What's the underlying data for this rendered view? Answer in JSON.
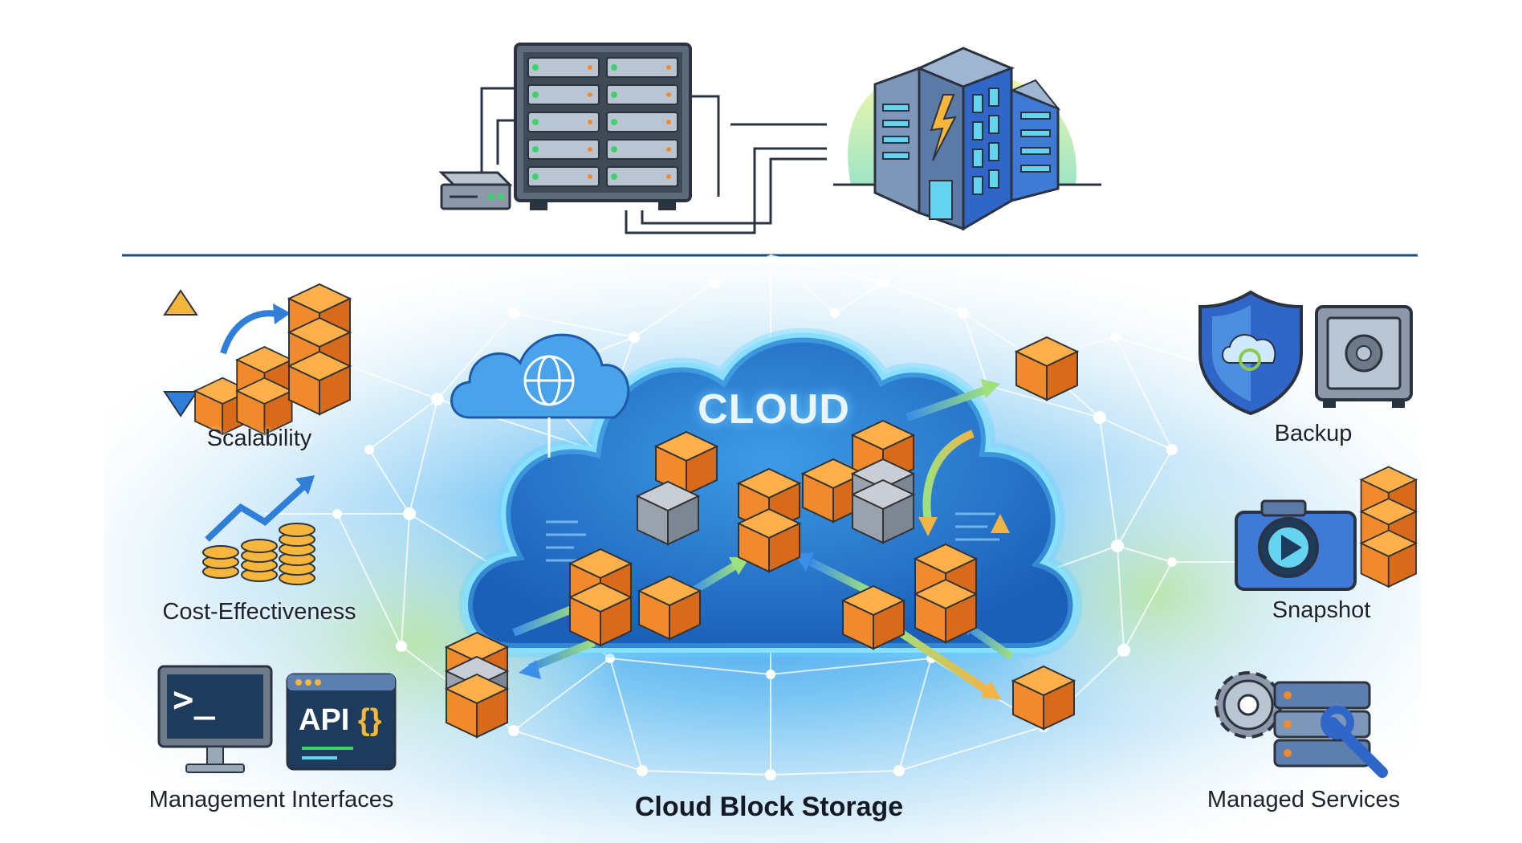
{
  "diagram": {
    "title": "Cloud Block Storage",
    "cloud_label": "CLOUD",
    "features_left": [
      {
        "label": "Scalability",
        "icon": "scalability-icon"
      },
      {
        "label": "Cost-Effectiveness",
        "icon": "cost-growth-icon"
      },
      {
        "label": "Management Interfaces",
        "icon": "terminal-api-icon"
      }
    ],
    "features_right": [
      {
        "label": "Backup",
        "icon": "shield-safe-icon"
      },
      {
        "label": "Snapshot",
        "icon": "camera-icon"
      },
      {
        "label": "Managed Services",
        "icon": "gear-server-icon"
      }
    ],
    "api_label": "API",
    "api_brace": "{}",
    "terminal_prompt": ">_",
    "colors": {
      "block_orange": "#f08a2c",
      "block_orange_dark": "#d86a1c",
      "cloud_blue": "#2e7fd6",
      "glow_cyan": "#63d5ff",
      "accent_green": "#8be07a"
    }
  }
}
